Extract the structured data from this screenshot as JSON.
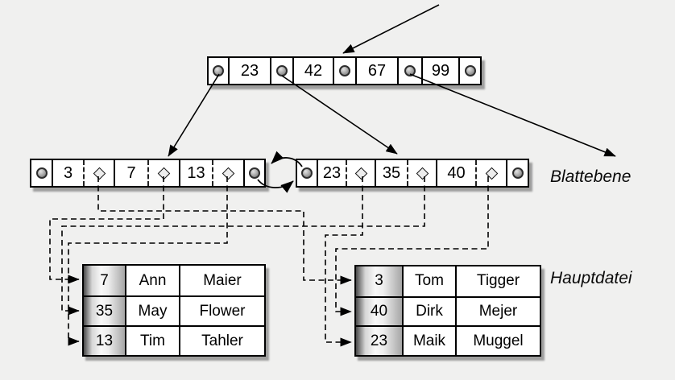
{
  "labels": {
    "leaf_level": "Blattebene",
    "main_file": "Hauptdatei"
  },
  "tree": {
    "root": {
      "keys": [
        "23",
        "42",
        "67",
        "99"
      ]
    },
    "leaves": [
      {
        "keys": [
          "3",
          "7",
          "13"
        ]
      },
      {
        "keys": [
          "23",
          "35",
          "40"
        ]
      }
    ]
  },
  "tables": [
    {
      "rows": [
        [
          "7",
          "Ann",
          "Maier"
        ],
        [
          "35",
          "May",
          "Flower"
        ],
        [
          "13",
          "Tim",
          "Tahler"
        ]
      ]
    },
    {
      "rows": [
        [
          "3",
          "Tom",
          "Tigger"
        ],
        [
          "40",
          "Dirk",
          "Mejer"
        ],
        [
          "23",
          "Maik",
          "Muggel"
        ]
      ]
    }
  ],
  "icons": {
    "node_pointer": "pointer-dot-icon",
    "record_pointer": "record-pointer-diamond-icon"
  },
  "colors": {
    "background": "#f0f0ef",
    "node_fill": "#ffffff",
    "line": "#000000",
    "key_column_gradient_dark": "#4a4a4a",
    "key_column_gradient_light": "#f8f8f8"
  }
}
